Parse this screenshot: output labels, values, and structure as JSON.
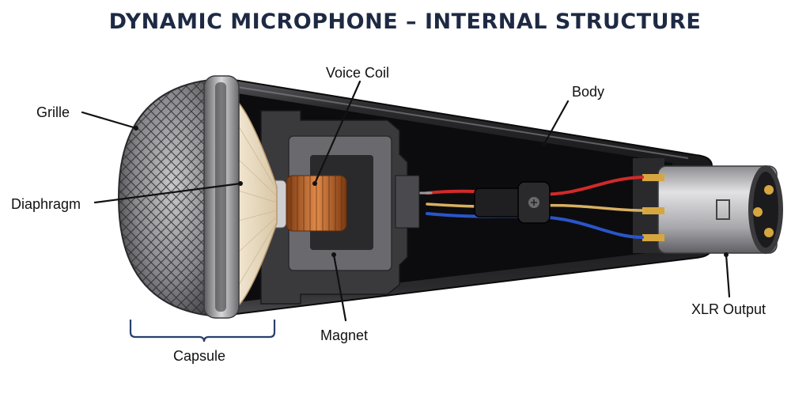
{
  "title": "DYNAMIC MICROPHONE – INTERNAL STRUCTURE",
  "labels": {
    "grille": "Grille",
    "diaphragm": "Diaphragm",
    "voice_coil": "Voice Coil",
    "body": "Body",
    "magnet": "Magnet",
    "capsule": "Capsule",
    "xlr_output": "XLR Output"
  },
  "colors": {
    "title": "#1e2a44",
    "leader": "#111111",
    "brace": "#2a3f6b",
    "body_dark": "#1a1a1c",
    "grille_metal": "#8e8e92",
    "copper": "#b5652c",
    "magnet_gray": "#6a6a6e",
    "wire_red": "#d12a2a",
    "wire_blue": "#2a55c9",
    "gold_pin": "#d6a640"
  }
}
